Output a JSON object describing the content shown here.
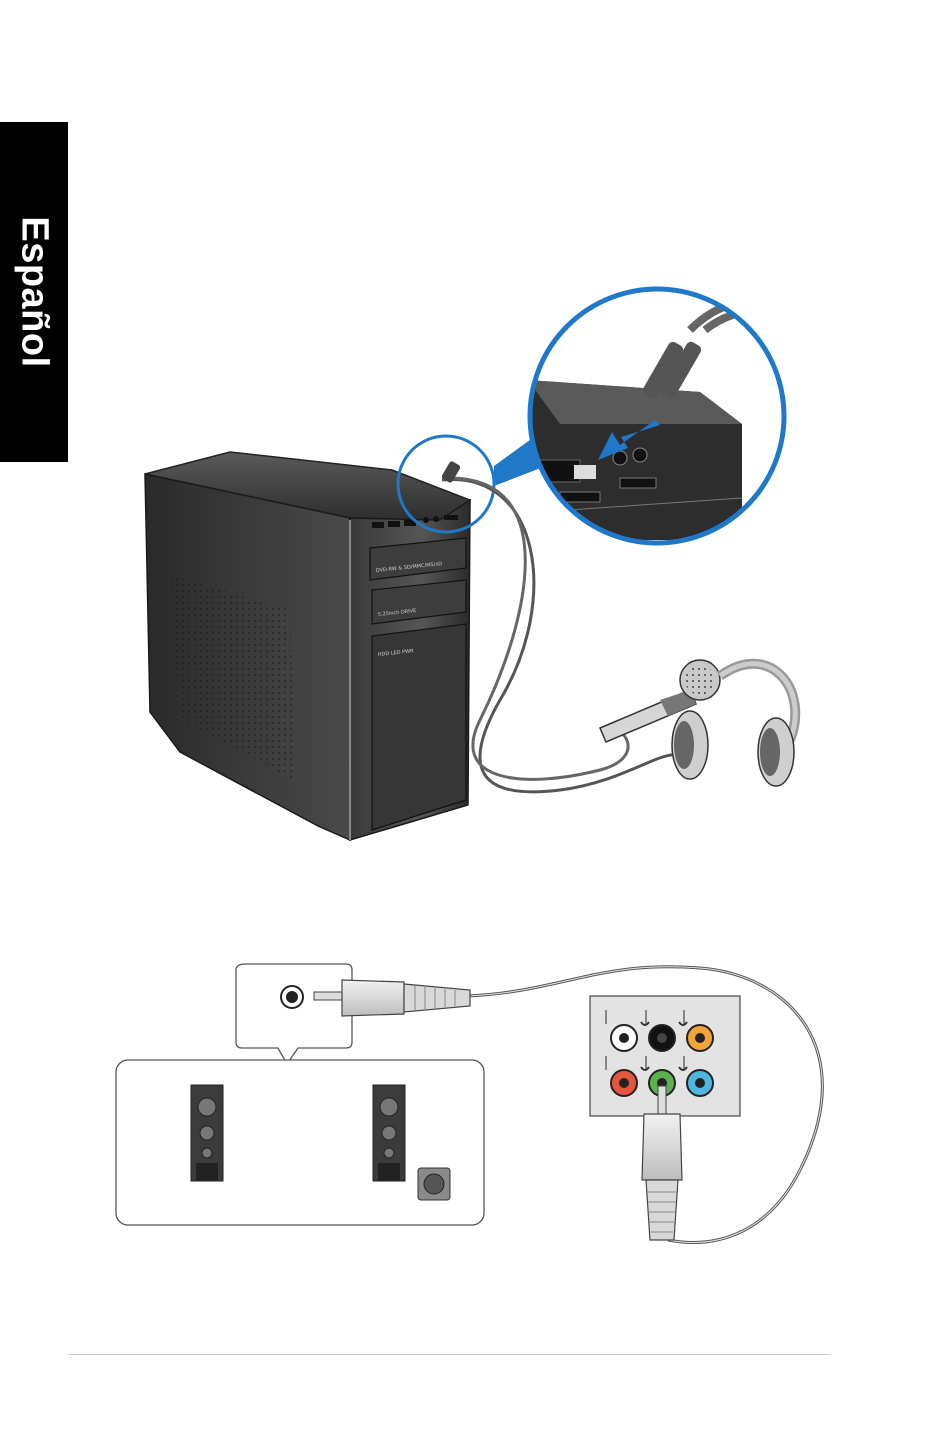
{
  "language_tab": {
    "label": "Español"
  },
  "figure_top": {
    "panel_labels": [
      "DVD-RW & SD/MMC/MS/xD",
      "5.25inch DRIVE",
      "HDD LED PWR"
    ]
  },
  "colors": {
    "tab": "#000000",
    "zoom_ring": "#1f78c8",
    "jack_white": "#ffffff",
    "jack_black": "#111111",
    "jack_orange": "#f2a43a",
    "jack_red": "#e5553d",
    "jack_green": "#5bb24c",
    "jack_blue": "#4fb6e0"
  },
  "icons": [
    "headphone-jack-icon",
    "microphone-jack-icon",
    "speaker-icon",
    "subwoofer-icon",
    "audio-plug-icon"
  ]
}
